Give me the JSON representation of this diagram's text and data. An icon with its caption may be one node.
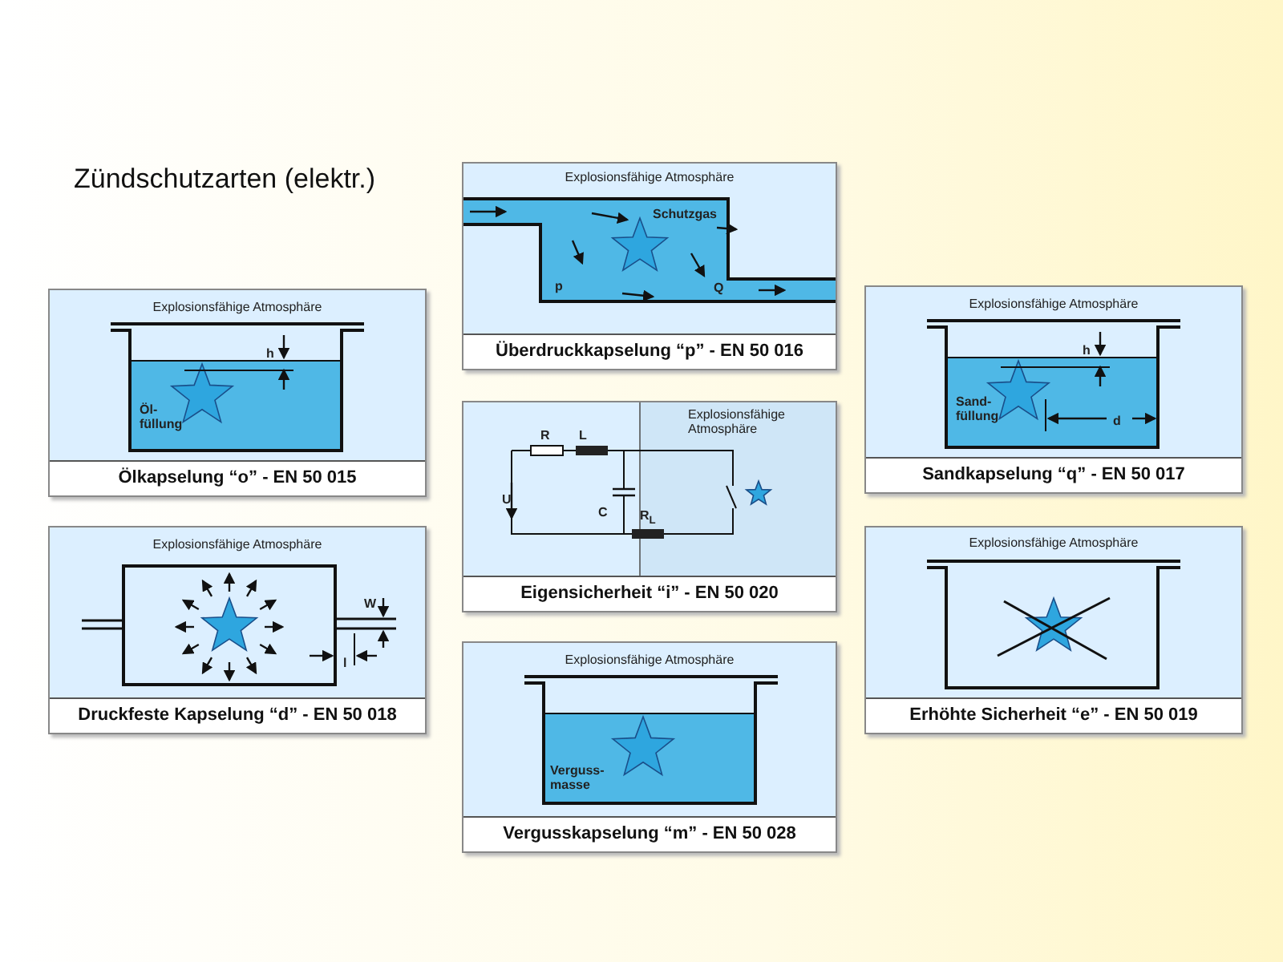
{
  "diagram": {
    "title": "Zündschutzarten (elektr.)",
    "nodes": [
      {
        "text": [
          "Explosionsfähige Atmosphäre",
          "Schutzgas",
          "p",
          "Q",
          "Überdruckkapselung “p” - EN 50 016"
        ]
      },
      {
        "text": [
          "Explosionsfähige Atmosphäre",
          "h",
          "Öl- füllung",
          "Ölkapselung “o” - EN 50 015"
        ]
      },
      {
        "text": [
          "Explosionsfähige Atmosphäre",
          "h",
          "Sand- füllung",
          "d",
          "Sandkapselung “q” - EN 50 017"
        ]
      },
      {
        "text": [
          "R",
          "L",
          "Explosionsfähige Atmosphäre",
          "U",
          "C",
          "R$_{L}$",
          "Eigensicherheit “i” - EN 50 020"
        ]
      },
      {
        "text": [
          "Explosionsfähige Atmosphäre",
          "W",
          "l",
          "Druckfeste Kapselung “d” - EN 50 018"
        ]
      },
      {
        "text": [
          "Explosionsfähige Atmosphäre",
          "Erhöhte Sicherheit “e” - EN 50 019"
        ]
      },
      {
        "text": [
          "Explosionsfähige Atmosphäre",
          "Verguss- masse",
          "Vergusskapselung “m” - EN 50 028"
        ]
      }
    ]
  }
}
